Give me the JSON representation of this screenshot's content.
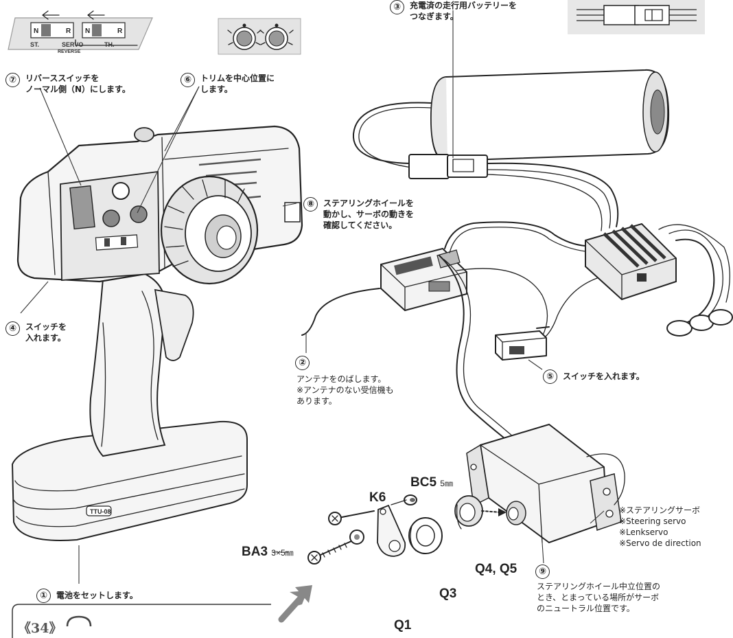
{
  "steps": [
    {
      "num": "①",
      "text": "電池をセットします。"
    },
    {
      "num": "②",
      "text": "アンテナをのばします。\n※アンテナのない受信機も\nあります。"
    },
    {
      "num": "③",
      "text": "充電済の走行用バッテリーを\nつなぎます。"
    },
    {
      "num": "④",
      "text": "スイッチを\n入れます。"
    },
    {
      "num": "⑤",
      "text": "スイッチを入れます。"
    },
    {
      "num": "⑥",
      "text": "トリムを中心位置に\nします。"
    },
    {
      "num": "⑦",
      "text": "リバーススイッチを\nノーマル側（N）にします。"
    },
    {
      "num": "⑧",
      "text": "ステアリングホイールを\n動かし、サーボの動きを\n確認してください。"
    },
    {
      "num": "⑨",
      "text": "ステアリングホイール中立位置の\nとき、とまっている場所がサーボ\nのニュートラル位置です。"
    }
  ],
  "parts": {
    "bc5": {
      "code": "BC5",
      "size": "5㎜"
    },
    "k6": {
      "code": "K6"
    },
    "ba3": {
      "code": "BA3",
      "size": "3×5㎜"
    },
    "q1": {
      "code": "Q1"
    },
    "q3": {
      "code": "Q3"
    },
    "q45": {
      "code": "Q4, Q5"
    }
  },
  "servo_note": [
    "※ステアリングサーボ",
    "※Steering servo",
    "※Lenkservo",
    "※Servo de direction"
  ],
  "reverse_panel": {
    "n": "N",
    "r": "R",
    "st": "ST.",
    "servo": "SERVO",
    "th": "TH.",
    "reverse": "REVERSE"
  },
  "transmitter_brand": "TTU-08",
  "section_mark": "《34》"
}
